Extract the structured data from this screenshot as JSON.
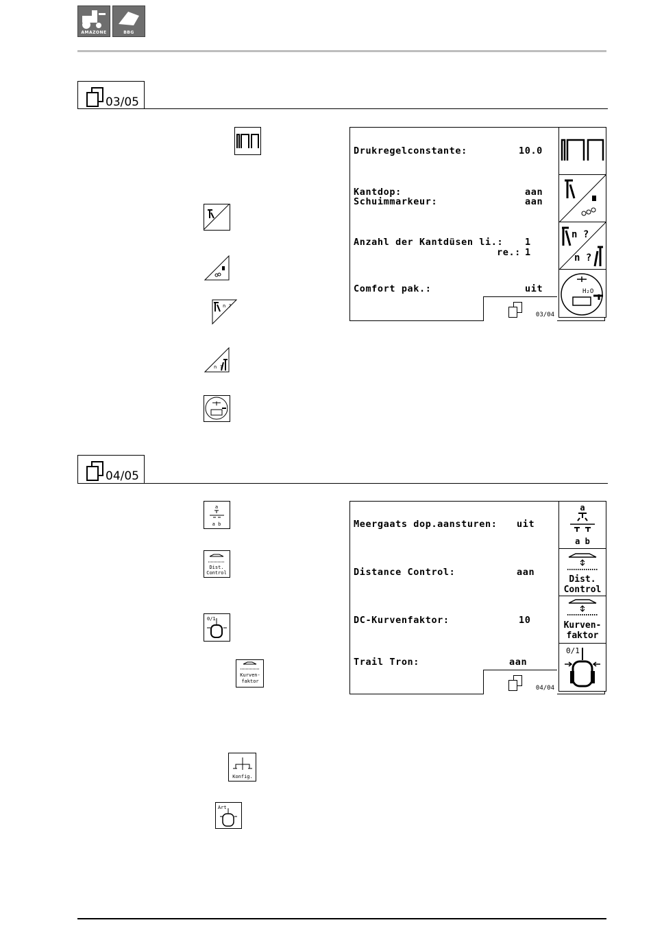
{
  "header": {
    "logo_left": "AMAZONE",
    "logo_right": "BBG"
  },
  "sections": [
    {
      "page": "03/05",
      "screen": {
        "rows": [
          {
            "label": "Drukregelconstante:",
            "value": "10.0"
          },
          {
            "label": "Kantdop:",
            "value": "aan"
          },
          {
            "label": "Schuimmarkeur:",
            "value": "aan"
          },
          {
            "label": "Anzahl der Kantdüsen li.:",
            "value": "1"
          },
          {
            "label": "re.:",
            "value": "1"
          },
          {
            "label": "Comfort pak.:",
            "value": "uit"
          }
        ],
        "page": "03/04",
        "softkeys": [
          "pressure-constant-icon",
          "edge-nozzle-foam-marker-icon",
          "edge-nozzle-count-icon",
          "comfort-pack-icon"
        ]
      }
    },
    {
      "page": "04/05",
      "screen": {
        "rows": [
          {
            "label": "Meergaats dop.aansturen:",
            "value": "uit"
          },
          {
            "label": "Distance Control:",
            "value": "aan"
          },
          {
            "label": "DC-Kurvenfaktor:",
            "value": "10"
          },
          {
            "label": "Trail Tron:",
            "value": "aan"
          }
        ],
        "page": "04/04",
        "softkeys": [
          {
            "icon": "nozzle-ab-icon",
            "top": "a",
            "bottom": "a b"
          },
          {
            "icon": "distance-control-icon",
            "line1": "Dist.",
            "line2": "Control"
          },
          {
            "icon": "curve-factor-icon",
            "line1": "Kurven-",
            "line2": "faktor"
          },
          {
            "icon": "trail-tron-icon",
            "label": "0/1"
          }
        ]
      }
    }
  ],
  "margin_icons": {
    "ab": {
      "top": "a",
      "bottom": "a b"
    },
    "dist": {
      "line1": "Dist.",
      "line2": "Control"
    },
    "trail": {
      "label": "0/1"
    },
    "kurven": {
      "line1": "Kurven-",
      "line2": "faktor"
    },
    "konfig": {
      "label": "Konfig."
    },
    "art": {
      "label": "Art"
    }
  }
}
